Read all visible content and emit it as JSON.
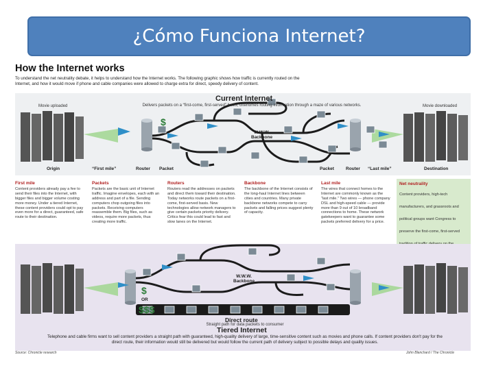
{
  "slide": {
    "title": "¿Cómo Funciona Internet?"
  },
  "graphic": {
    "title": "How the Internet works",
    "intro": "To understand the net neutrality debate, it helps to understand how the Internet works. The following graphic shows how traffic is currently routed on the Internet, and how it would move if phone and cable companies were allowed to charge extra for direct, speedy delivery of content.",
    "current": {
      "heading": "Current Internet",
      "sub": "Delivers packets on a “first-come, first-served” basis, oftentimes routing information through a maze of various networks.",
      "movie_uploaded": "Movie uploaded",
      "movie_downloaded": "Movie downloaded",
      "backbone_label_1": "W.W.W.",
      "backbone_label_2": "Backbone",
      "dollar": "$",
      "labels": {
        "origin": "Origin",
        "first_mile": "“First mile”",
        "router": "Router",
        "packet": "Packet",
        "packet_r": "Packet",
        "router_r": "Router",
        "last_mile": "“Last mile”",
        "destination": "Destination"
      }
    },
    "columns": [
      {
        "heading": "First mile",
        "text": "Content providers already pay a fee to send their files into the Internet, with bigger files and bigger volume costing more money. Under a tiered Internet, these content providers could opt to pay even more for a direct, guaranteed, safe route to their destination."
      },
      {
        "heading": "Packets",
        "text": "Packets are the basic unit of Internet traffic. Imagine envelopes, each with an address and part of a file. Sending computers chop outgoing files into packets. Receiving computers reassemble them. Big files, such as videos, require more packets, thus creating more traffic."
      },
      {
        "heading": "Routers",
        "text": "Routers read the addresses on packets and direct them toward their destination. Today networks route packets on a first-come, first-served basis. New technologies allow network managers to give certain packets priority delivery. Critics fear this could lead to fast and slow lanes on the Internet."
      },
      {
        "heading": "Backbone",
        "text": "The backbone of the Internet consists of the long-haul Internet lines between cities and countries. Many private backbone networks compete to carry packets and falling prices suggest plenty of capacity."
      },
      {
        "heading": "Last mile",
        "text": "The wires that connect homes to the Internet are commonly known as the “last mile.” Two wires — phone company DSL and high-speed cable — provide more than 9 out of 10 broadband connections to home. These network gatekeepers want to guarantee some packets preferred delivery for a price."
      }
    ],
    "neutrality": {
      "heading": "Net neutrality",
      "text": "Content providers, high-tech manufacturers, and grassroots and political groups want Congress to preserve the first-come, first-served tradition of traffic delivery on the Internet. Phone and cable companies say competition with each other and with emerging “last mile” technologies like citywide wireless networks creates marketplace checks that are better than government regulation."
    },
    "tiered": {
      "backbone_label_1": "W.W.W.",
      "backbone_label_2": "Backbone",
      "dollar_1": "$",
      "or": "OR",
      "dollar_2": "$$$",
      "direct_route": "Direct route",
      "direct_sub": "Straight path for data packets to consumer",
      "heading": "Tiered Internet",
      "text": "Telephone and cable firms want to sell content providers a straight path with guaranteed, high-quality delivery of large, time-sensitive content such as movies and phone calls. If content providers don't pay for the direct route, their information would still be delivered but would follow the current path of delivery subject to possible delays and quality issues."
    },
    "source": "Source: Chronicle research",
    "byline": "John Blanchard / The Chronicle"
  },
  "colors": {
    "title_bar": "#4f81bd",
    "heading_red": "#b02020",
    "dollar_green": "#2e7d3a",
    "arrow_blue": "#2f8fc8"
  }
}
